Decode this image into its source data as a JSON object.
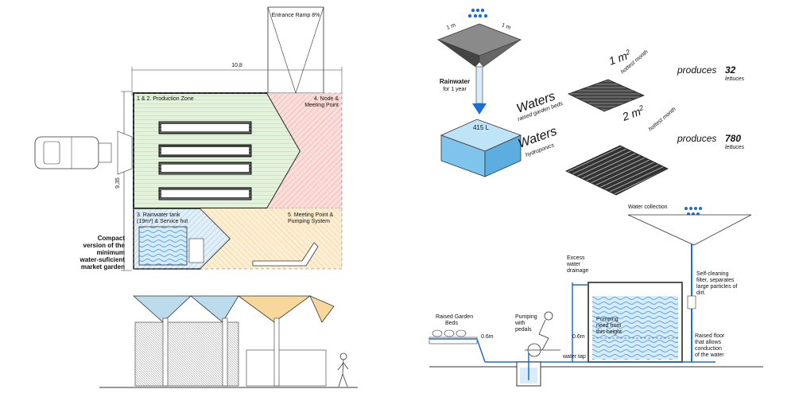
{
  "plan": {
    "entrance_ramp": "Entrance Ramp 8%",
    "width_dim": "10,8",
    "height_dim": "9,35",
    "zone_production": "1 & 2. Production Zone",
    "zone_node_line1": "4. Node &",
    "zone_node_line2": "Meeting Point",
    "zone_tank_line1": "3. Rainwater tank",
    "zone_tank_line2": "(19m³) & Service hut",
    "zone_pumping_line1": "5. Meeting Point &",
    "zone_pumping_line2": "Pumping System",
    "caption_line1": "Compact",
    "caption_line2": "version of the",
    "caption_line3": "minimum",
    "caption_line4": "water-suficient",
    "caption_line5": "market garden"
  },
  "water_diagram": {
    "dim_1m_a": "1 m",
    "dim_1m_b": "1 m",
    "rainwater_line1": "Rainwater",
    "rainwater_line2": "for 1 year",
    "tank_volume": "415 L",
    "waters_1": "Waters",
    "waters_1_sub": "raised garden beds",
    "area_1": "1 m",
    "area_1_sup": "2",
    "hottest_1": "hottest month",
    "produces_1": "produces",
    "count_1": "32",
    "lettuces_1": "lettuces",
    "waters_2": "Waters",
    "waters_2_sub": "hydroponics",
    "area_2": "2 m",
    "area_2_sup": "2",
    "hottest_2": "hottest month",
    "produces_2": "produces",
    "count_2": "780",
    "lettuces_2": "lettuces"
  },
  "section": {
    "water_collection": "Water collection",
    "excess_line1": "Excess",
    "excess_line2": "water",
    "excess_line3": "drainage",
    "filter_line1": "Self-cleaning",
    "filter_line2": "filter, separates",
    "filter_line3": "large particles of",
    "filter_line4": "dirt.",
    "raised_beds_line1": "Raised Garden",
    "raised_beds_line2": "Beds",
    "height_a": "0.6m",
    "height_b": "0.6m",
    "pumping_line1": "Pumping",
    "pumping_line2": "with",
    "pumping_line3": "pedals",
    "pump_need_line1": "Pumping",
    "pump_need_line2": "need from",
    "pump_need_line3": "this height",
    "water_tap": "water tap",
    "floor_line1": "Raised floor",
    "floor_line2": "that allows",
    "floor_line3": "conduction",
    "floor_line4": "of the water"
  }
}
